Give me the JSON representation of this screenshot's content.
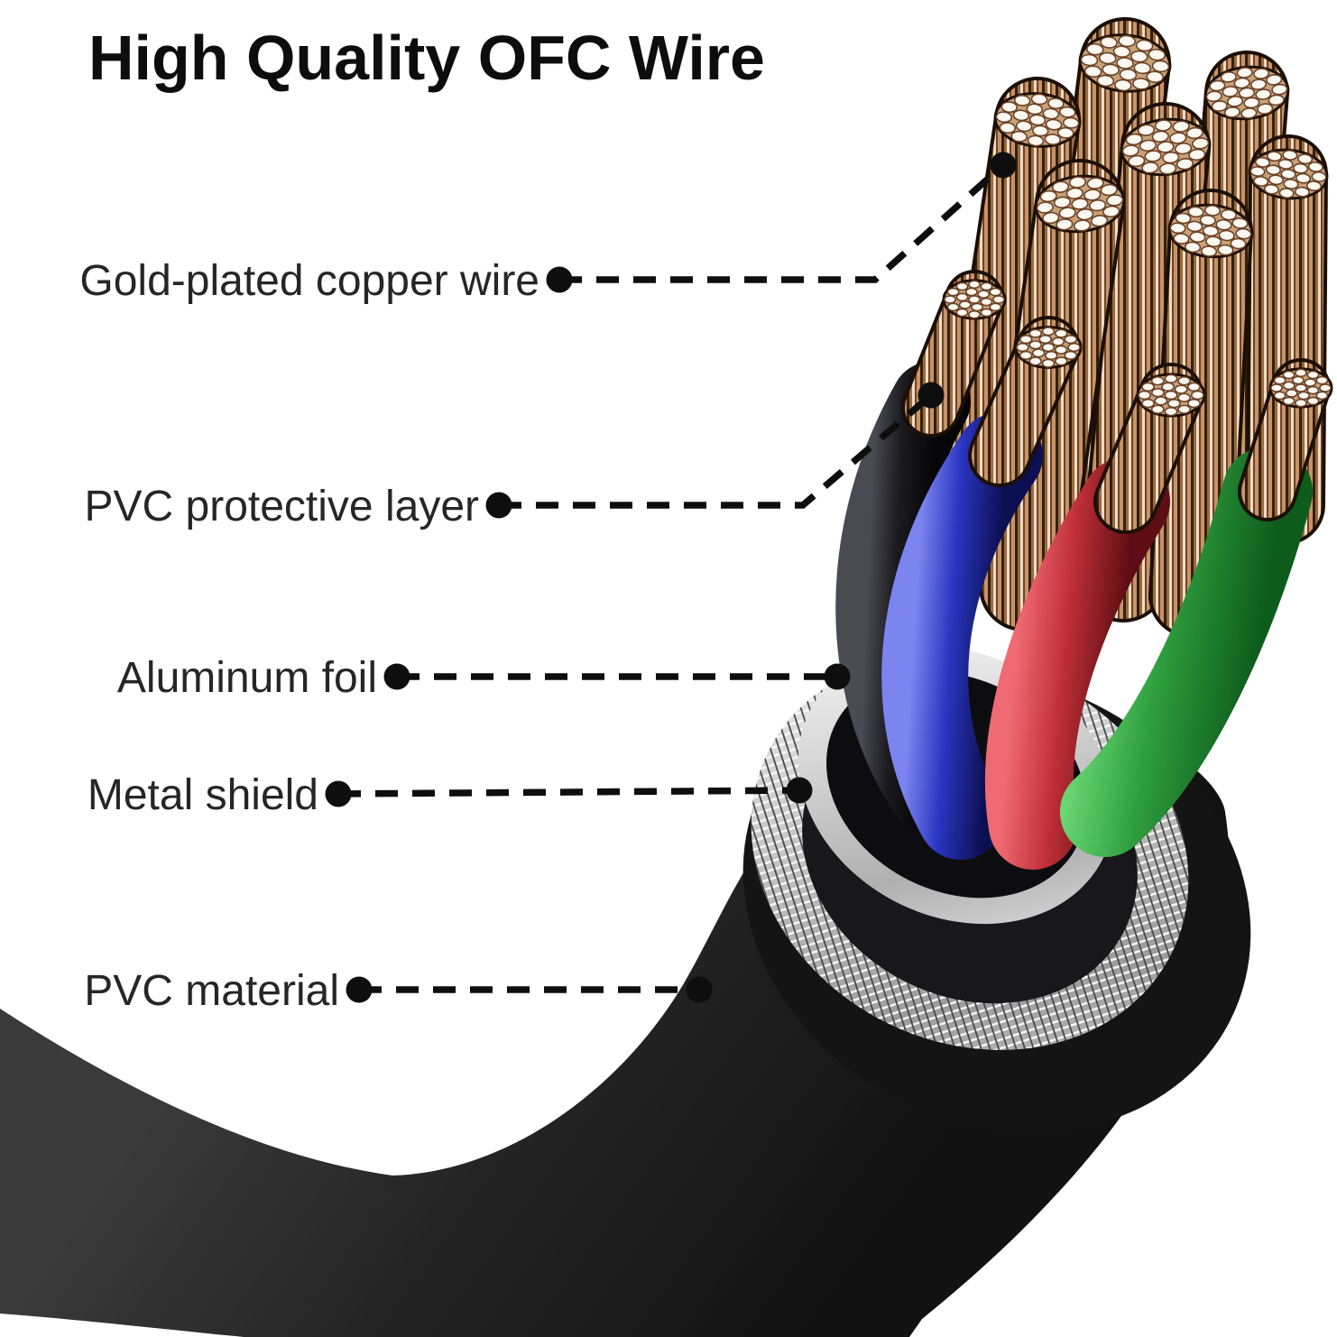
{
  "title": "High Quality OFC Wire",
  "diagram": {
    "type": "product-cutaway",
    "subject": "Cable cross-section cutaway showing internal construction layers",
    "labels": [
      {
        "id": "gold-plated-copper-wire",
        "text": "Gold-plated copper wire"
      },
      {
        "id": "pvc-protective-layer",
        "text": "PVC protective layer"
      },
      {
        "id": "aluminum-foil",
        "text": "Aluminum foil"
      },
      {
        "id": "metal-shield",
        "text": "Metal shield"
      },
      {
        "id": "pvc-material",
        "text": "PVC material"
      }
    ],
    "colors": {
      "background": "#ffffff",
      "title_text": "#0d0d0d",
      "label_text": "#262626",
      "leader_line": "#0e0e0e",
      "jacket_light": "#3a3a3a",
      "jacket_mid": "#242424",
      "jacket_dark": "#121212",
      "jacket_rim": "#141414",
      "shield_light": "#f7f7f7",
      "shield_mid": "#9c9c9c",
      "shield_dark": "#474747",
      "foil_light": "#ffffff",
      "foil_mid": "#b0b0b0",
      "inner_gap": "#17171c",
      "interior": "#0d0d11",
      "wire_black_hi": "#4a4a52",
      "wire_black": "#1b1b20",
      "wire_black_lo": "#060608",
      "wire_blue_hi": "#7b84ef",
      "wire_blue": "#2a35c0",
      "wire_blue_lo": "#0c0f52",
      "wire_red_hi": "#ef6a72",
      "wire_red": "#c23038",
      "wire_red_lo": "#5e0d14",
      "wire_green_hi": "#6fdc78",
      "wire_green": "#2f9e3e",
      "wire_green_lo": "#0d5c1c",
      "copper_dark": "#33200f",
      "copper_mid": "#9a6a3d",
      "copper_light": "#f0dcc4",
      "copper_deep": "#6e4425",
      "copper_warm": "#c89268",
      "copper_edge": "#1c0f06",
      "strand_face": "#caa27a",
      "strand_dot": "#fbf7f1",
      "strand_dot_edge": "#6b4226"
    }
  }
}
